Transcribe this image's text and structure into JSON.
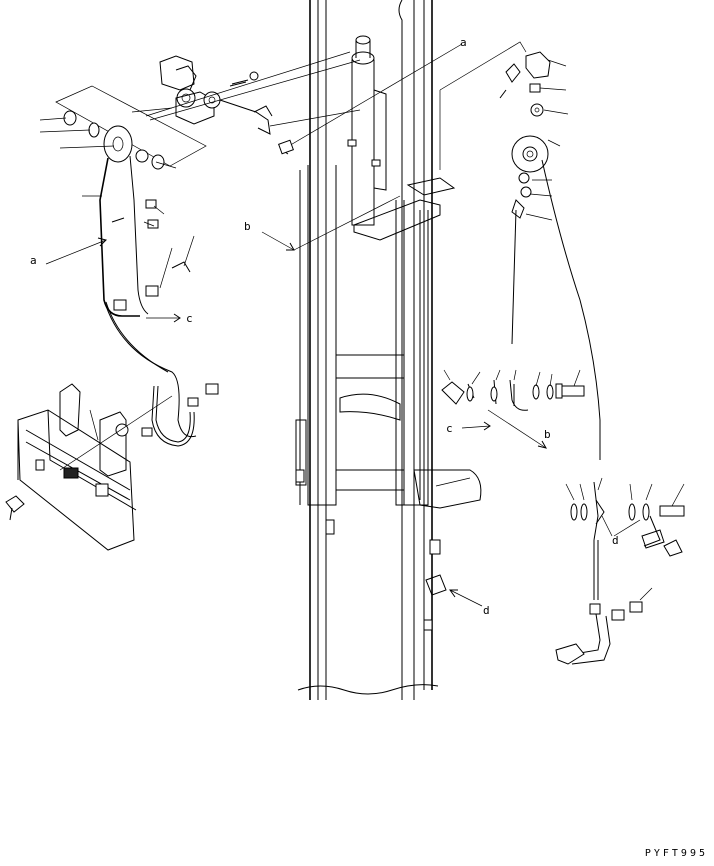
{
  "labels": {
    "a_top": "a",
    "a_left": "a",
    "b_left": "b",
    "b_mid": "b",
    "c_left": "c",
    "c_mid": "c",
    "d_mid": "d",
    "d_right": "d"
  },
  "drawing_code": "PYFT995"
}
